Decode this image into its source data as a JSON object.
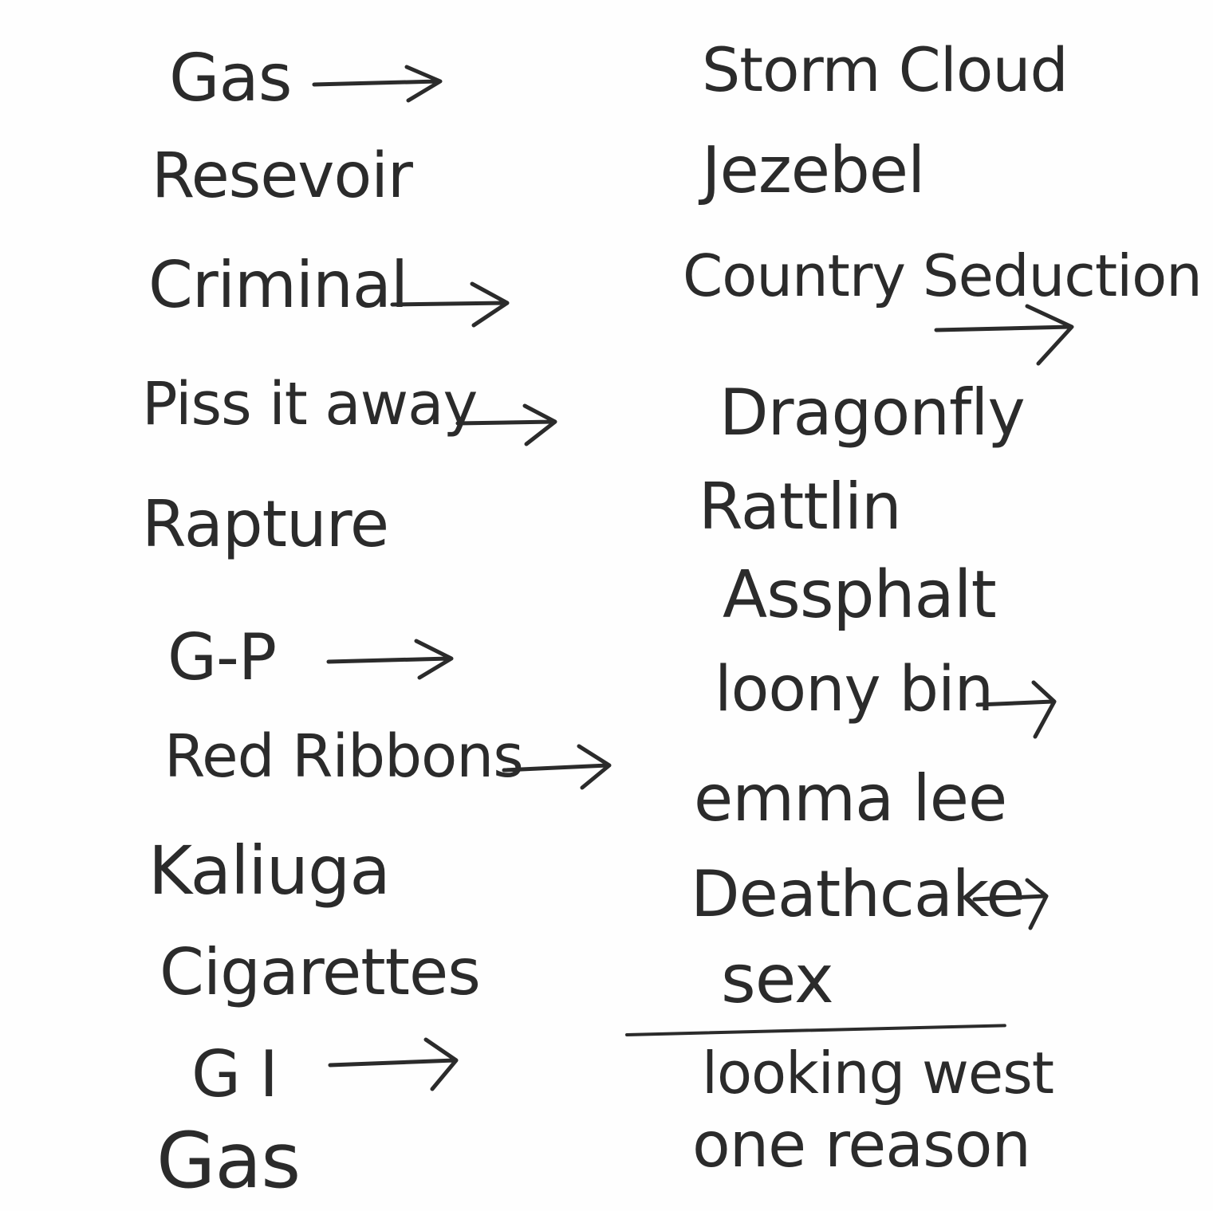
{
  "setlist": {
    "left_column": [
      {
        "title": "Gas",
        "arrow": true
      },
      {
        "title": "Resevoir",
        "arrow": false
      },
      {
        "title": "Criminal",
        "arrow": true
      },
      {
        "title": "Piss it away",
        "arrow": true
      },
      {
        "title": "Rapture",
        "arrow": false
      },
      {
        "title": "G-P",
        "arrow": true
      },
      {
        "title": "Red Ribbons",
        "arrow": true
      },
      {
        "title": "Kaliuga",
        "arrow": false
      },
      {
        "title": "Cigarettes",
        "arrow": false
      },
      {
        "title": "G I",
        "arrow": true
      },
      {
        "title": "Gas",
        "arrow": false
      }
    ],
    "right_column": [
      {
        "title": "Storm Cloud",
        "arrow": false
      },
      {
        "title": "Jezebel",
        "arrow": false
      },
      {
        "title": "Country Seduction",
        "arrow": true
      },
      {
        "title": "Dragonfly",
        "arrow": false
      },
      {
        "title": "Rattlin",
        "arrow": false
      },
      {
        "title": "Assphalt",
        "arrow": false
      },
      {
        "title": "loony bin",
        "arrow": true
      },
      {
        "title": "emma lee",
        "arrow": false
      },
      {
        "title": "Deathcake",
        "arrow": true
      },
      {
        "title": "sex",
        "arrow": false
      }
    ],
    "encore": [
      {
        "title": "looking west"
      },
      {
        "title": "one reason"
      }
    ]
  },
  "colors": {
    "ink": "#2b2b2b",
    "paper": "#fefefe"
  },
  "icons": {
    "arrow": "right-arrow-icon"
  }
}
